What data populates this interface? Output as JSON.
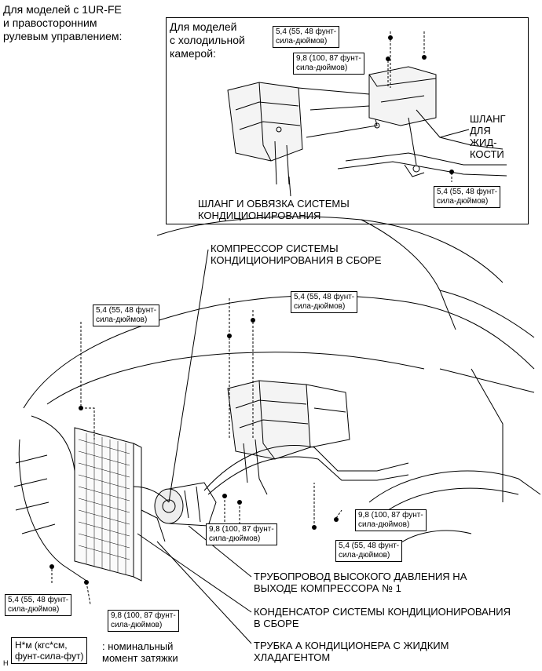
{
  "header_note": [
    "Для моделей с 1UR-FE",
    "и правосторонним",
    "рулевым управлением:"
  ],
  "inset": {
    "title": [
      "Для моделей",
      "с холодильной",
      "камерой:"
    ],
    "torque_1": [
      "5,4 (55, 48 фунт-",
      "сила-дюймов)"
    ],
    "torque_2": [
      "9,8 (100, 87 фунт-",
      "сила-дюймов)"
    ],
    "torque_3": [
      "5,4 (55, 48 фунт-",
      "сила-дюймов)"
    ],
    "label_hose": [
      "ШЛАНГ",
      "ДЛЯ",
      "ЖИД-",
      "КОСТИ"
    ],
    "label_harness": [
      "ШЛАНГ И ОБВЯЗКА СИСТЕМЫ",
      "КОНДИЦИОНИРОВАНИЯ"
    ]
  },
  "main": {
    "label_compressor": [
      "КОМПРЕССОР СИСТЕМЫ",
      "КОНДИЦИОНИРОВАНИЯ В СБОРЕ"
    ],
    "torque_top_left": [
      "5,4 (55, 48 фунт-",
      "сила-дюймов)"
    ],
    "torque_top_mid": [
      "5,4 (55, 48 фунт-",
      "сила-дюймов)"
    ],
    "torque_mid_center": [
      "9,8 (100, 87 фунт-",
      "сила-дюймов)"
    ],
    "torque_right_1": [
      "9,8 (100, 87 фунт-",
      "сила-дюймов)"
    ],
    "torque_right_2": [
      "5,4 (55, 48 фунт-",
      "сила-дюймов)"
    ],
    "torque_bottom_left": [
      "5,4 (55, 48 фунт-",
      "сила-дюймов)"
    ],
    "torque_bottom_mid": [
      "9,8 (100, 87 фунт-",
      "сила-дюймов)"
    ],
    "label_discharge": [
      "ТРУБОПРОВОД ВЫСОКОГО ДАВЛЕНИЯ НА",
      "ВЫХОДЕ КОМПРЕССОРА № 1"
    ],
    "label_condenser": [
      "КОНДЕНСАТОР СИСТЕМЫ КОНДИЦИОНИРОВАНИЯ",
      "В СБОРЕ"
    ],
    "label_liquid_tube": [
      "ТРУБКА А КОНДИЦИОНЕРА С ЖИДКИМ",
      "ХЛАДАГЕНТОМ"
    ]
  },
  "legend": {
    "box": [
      "Н*м (кгс*см,",
      "фунт-сила-фут)"
    ],
    "desc": [
      ": номинальный",
      "момент затяжки"
    ]
  },
  "corner_mark": "H"
}
